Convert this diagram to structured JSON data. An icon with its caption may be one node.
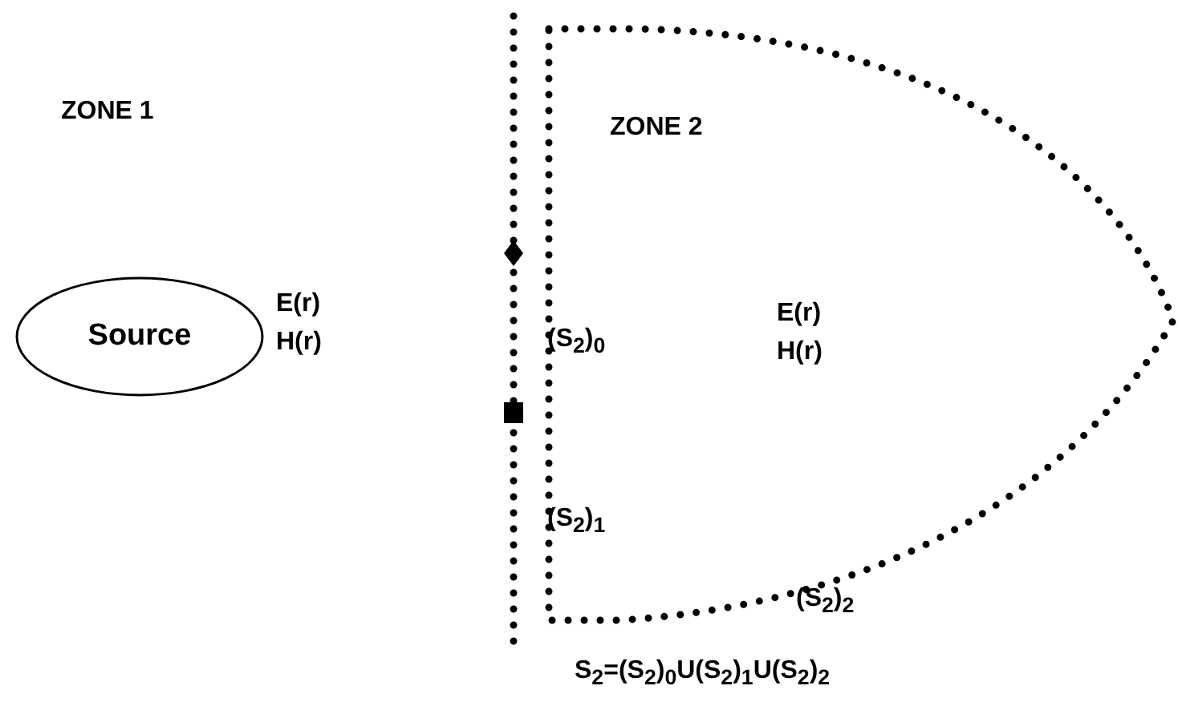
{
  "diagram": {
    "nodes": [
      {
        "text": [
          "Source"
        ]
      },
      {
        "text": [
          "ZONE 2",
          "E(r) H(r)",
          "(S$_{2}$)$_{0}$",
          "(S$_{2}$)$_{1}$",
          "(S$_{2}$)$_{2}$"
        ]
      }
    ],
    "edges": [],
    "labels": [
      "ZONE 1",
      "E(r) H(r)",
      "S$_{2}$=(S$_{2}$)$_{0}$U(S$_{2}$)$_{1}$U(S$_{2}$)$_{2}$"
    ]
  }
}
